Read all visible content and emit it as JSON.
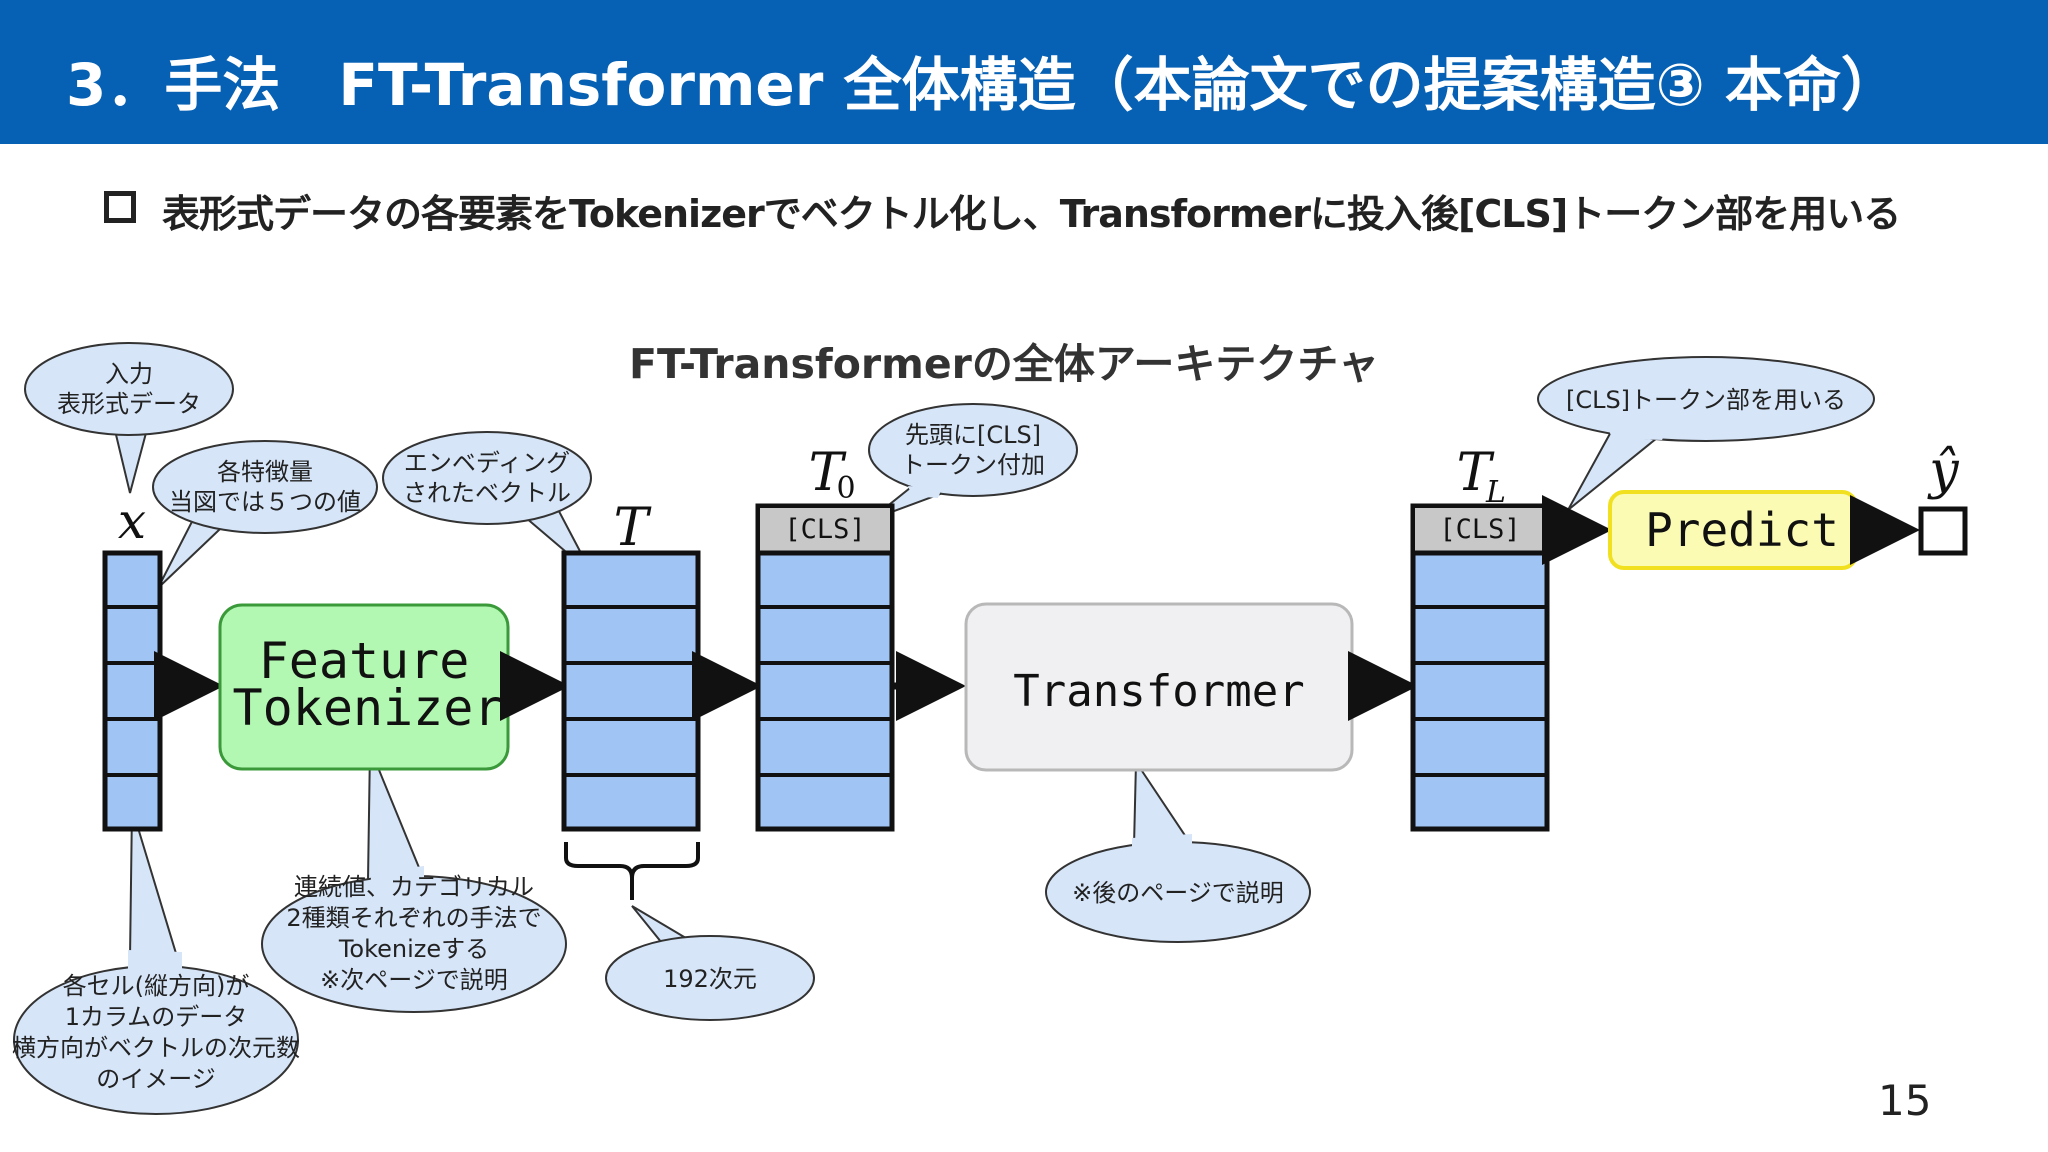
{
  "slide": {
    "title": "3．手法　FT-Transformer 全体構造（本論文での提案構造③ 本命）",
    "bullet": "表形式データの各要素をTokenizerでベクトル化し、Transformerに投入後[CLS]トークン部を用いる",
    "diagram_title": "FT-Transformerの全体アーキテクチャ",
    "page_number": "15"
  },
  "colors": {
    "header": "#0660b3",
    "token_cell": "#a0c4f4",
    "tokenizer_fill": "#b2f7b2",
    "tokenizer_border": "#3a9a3a",
    "transformer_fill": "#f0eff2",
    "predict_fill": "#fbfbb4",
    "predict_border": "#f0e020",
    "cls_fill": "#c8c8c8",
    "bubble_fill": "#d6e5f8"
  },
  "diagram": {
    "symbols": {
      "x": "x",
      "T": "T",
      "T0": "T",
      "T0_sub": "0",
      "TL": "T",
      "TL_sub": "L",
      "y_hat": "ŷ"
    },
    "boxes": {
      "feature_tokenizer": [
        "Feature",
        "Tokenizer"
      ],
      "transformer": "Transformer",
      "predict": "Predict",
      "cls_label": "[CLS]"
    },
    "bubbles": {
      "input": [
        "入力",
        "表形式データ"
      ],
      "features": [
        "各特徴量",
        "当図では５つの値"
      ],
      "embedding": [
        "エンベディング",
        "されたベクトル"
      ],
      "cls_head": [
        "先頭に[CLS]",
        "トークン付加"
      ],
      "cls_use": [
        "[CLS]トークン部を用いる"
      ],
      "tokenize": [
        "連続値、カテゴリカル",
        "2種類それぞれの手法で",
        "Tokenizeする",
        "※次ページで説明"
      ],
      "cell": [
        "各セル(縦方向)が",
        "1カラムのデータ",
        "横方向がベクトルの次元数",
        "のイメージ"
      ],
      "dim": [
        "192次元"
      ],
      "transformer_note": [
        "※後のページで説明"
      ]
    }
  }
}
